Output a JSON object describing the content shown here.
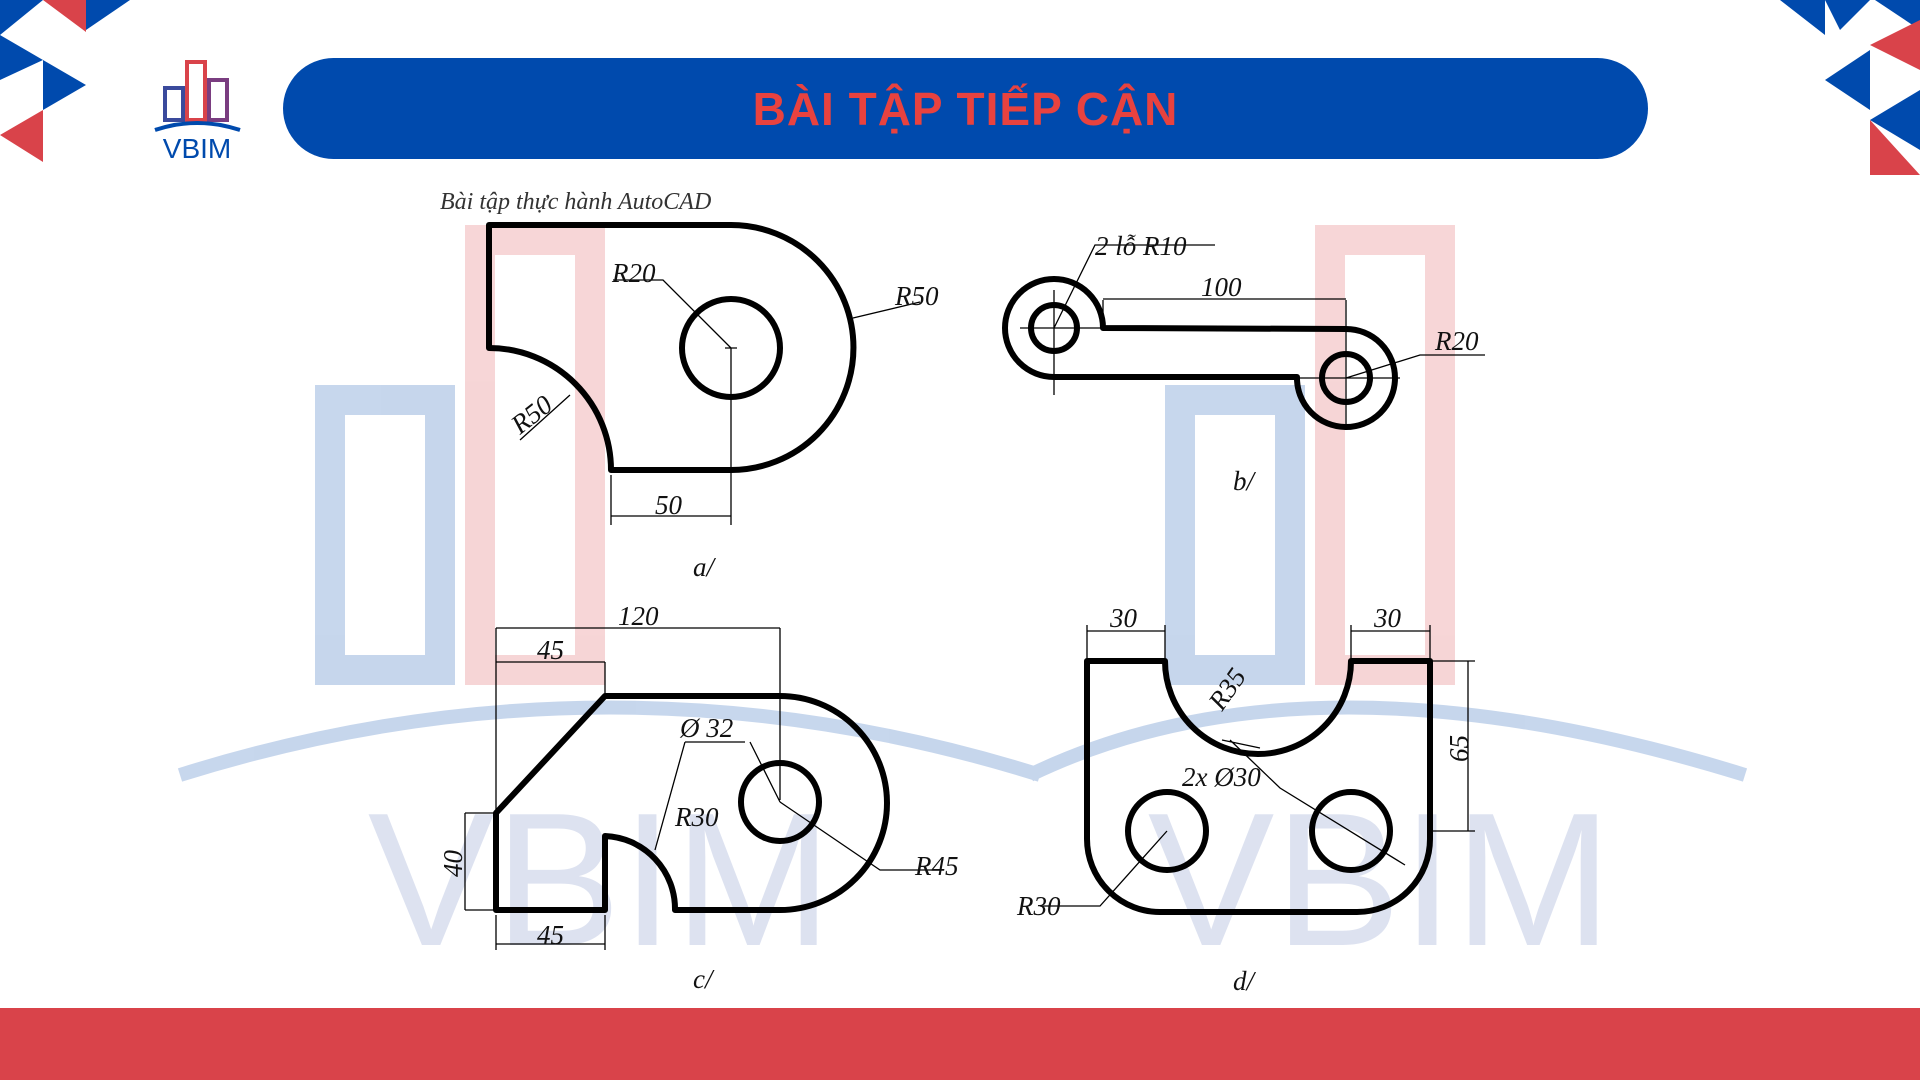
{
  "header": {
    "title": "BÀI TẬP TIẾP CẬN"
  },
  "logo": {
    "text": "VBIM"
  },
  "watermark": {
    "text": "VBIM"
  },
  "colors": {
    "brand_blue": "#004aad",
    "brand_red": "#d9434a",
    "title_red": "#e8423f"
  },
  "subtitle": "Bài tập thực hành AutoCAD",
  "figures": {
    "a": {
      "label": "a/",
      "dims": [
        "R20",
        "R50",
        "R50",
        "50"
      ]
    },
    "b": {
      "label": "b/",
      "dims": [
        "2 lỗ R10",
        "100",
        "R20"
      ]
    },
    "c": {
      "label": "c/",
      "dims": [
        "120",
        "45",
        "Ø 32",
        "R30",
        "R45",
        "40",
        "45"
      ]
    },
    "d": {
      "label": "d/",
      "dims": [
        "30",
        "30",
        "R35",
        "2x Ø30",
        "65",
        "R30"
      ]
    }
  }
}
